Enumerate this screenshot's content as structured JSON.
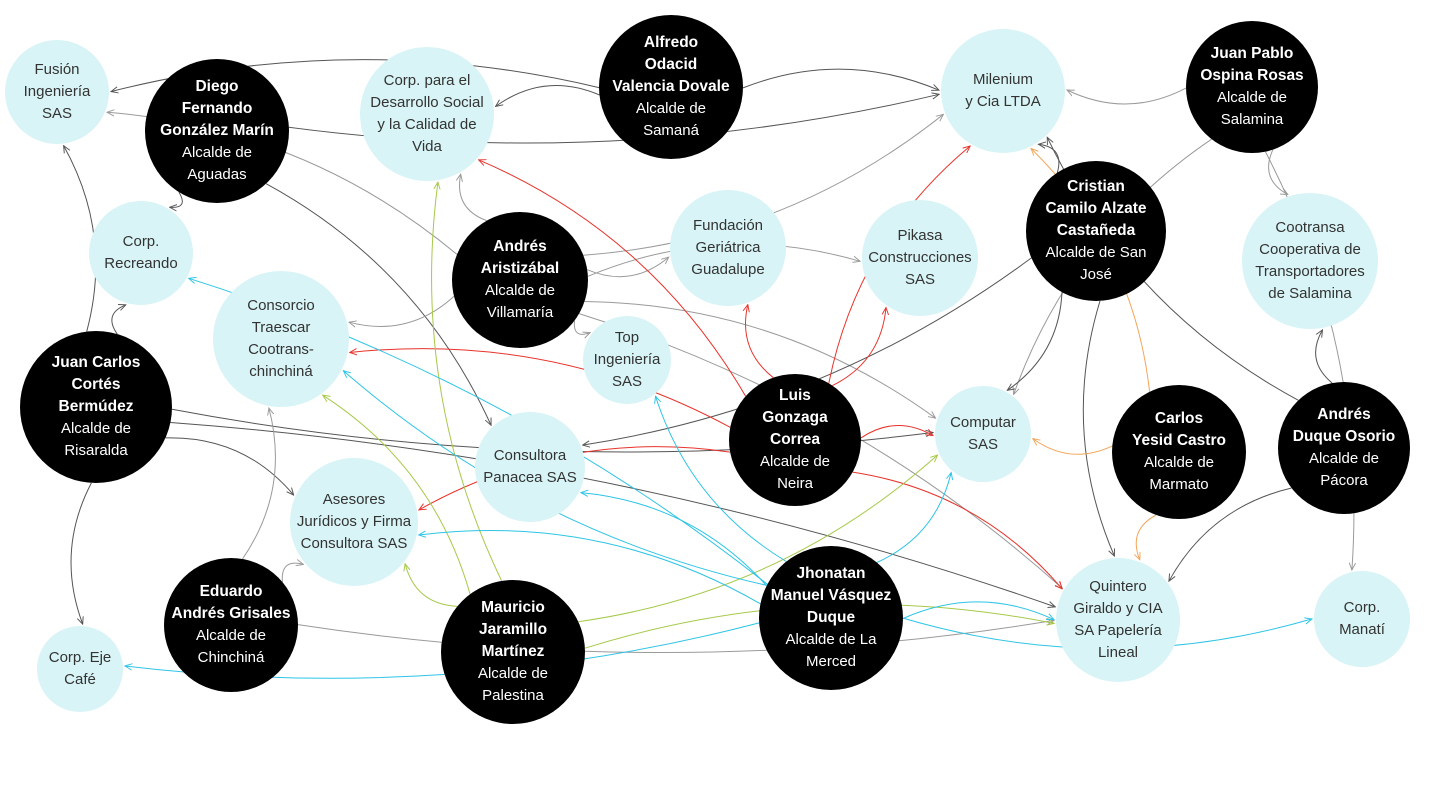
{
  "colors": {
    "person_fill": "#000000",
    "org_fill": "#d8f4f6",
    "edge_default": "#555555",
    "edge_gray": "#9a9a9a",
    "edge_red": "#e8332b",
    "edge_cyan": "#2ec4e6",
    "edge_green": "#a6c94a",
    "edge_orange": "#f2a65a"
  },
  "nodes": [
    {
      "id": "fusion",
      "type": "org",
      "name": "Fusión\nIngeniería\nSAS"
    },
    {
      "id": "diego",
      "type": "person",
      "name": "Diego\nFernando\nGonzález Marín",
      "role": "Alcalde de\nAguadas"
    },
    {
      "id": "corp_desarrollo",
      "type": "org",
      "name": "Corp. para el\nDesarrollo Social\ny la Calidad de\nVida"
    },
    {
      "id": "alfredo",
      "type": "person",
      "name": "Alfredo\nOdacid\nValencia Dovale",
      "role": "Alcalde de\nSamaná"
    },
    {
      "id": "milenium",
      "type": "org",
      "name": "Milenium\ny Cia LTDA"
    },
    {
      "id": "juanpablo",
      "type": "person",
      "name": "Juan Pablo\nOspina Rosas",
      "role": "Alcalde de\nSalamina"
    },
    {
      "id": "recreando",
      "type": "org",
      "name": "Corp.\nRecreando"
    },
    {
      "id": "andres_a",
      "type": "person",
      "name": "Andrés\nAristizábal",
      "role": "Alcalde de\nVillamaría"
    },
    {
      "id": "fundacion",
      "type": "org",
      "name": "Fundación\nGeriátrica\nGuadalupe"
    },
    {
      "id": "pikasa",
      "type": "org",
      "name": "Pikasa\nConstrucciones\nSAS"
    },
    {
      "id": "cristian",
      "type": "person",
      "name": "Cristian\nCamilo Alzate\nCastañeda",
      "role": "Alcalde de San\nJosé"
    },
    {
      "id": "cootransa",
      "type": "org",
      "name": "Cootransa\nCooperativa de\nTransportadores\nde Salamina"
    },
    {
      "id": "consorcio",
      "type": "org",
      "name": "Consorcio\nTraescar\nCootrans-\nchinchiná"
    },
    {
      "id": "top",
      "type": "org",
      "name": "Top\nIngeniería\nSAS"
    },
    {
      "id": "juancarlos",
      "type": "person",
      "name": "Juan Carlos\nCortés\nBermúdez",
      "role": "Alcalde de\nRisaralda"
    },
    {
      "id": "luis",
      "type": "person",
      "name": "Luis\nGonzaga\nCorrea",
      "role": "Alcalde de\nNeira"
    },
    {
      "id": "computar",
      "type": "org",
      "name": "Computar\nSAS"
    },
    {
      "id": "carlos",
      "type": "person",
      "name": "Carlos\nYesid Castro",
      "role": "Alcalde de\nMarmato"
    },
    {
      "id": "andres_d",
      "type": "person",
      "name": "Andrés\nDuque Osorio",
      "role": "Alcalde de\nPácora"
    },
    {
      "id": "panacea",
      "type": "org",
      "name": "Consultora\nPanacea SAS"
    },
    {
      "id": "asesores",
      "type": "org",
      "name": "Asesores\nJurídicos y Firma\nConsultora SAS"
    },
    {
      "id": "quintero",
      "type": "org",
      "name": "Quintero\nGiraldo y CIA\nSA Papelería\nLineal"
    },
    {
      "id": "manati",
      "type": "org",
      "name": "Corp.\nManatí"
    },
    {
      "id": "eje",
      "type": "org",
      "name": "Corp. Eje\nCafé"
    },
    {
      "id": "eduardo",
      "type": "person",
      "name": "Eduardo\nAndrés Grisales",
      "role": "Alcalde de\nChinchiná"
    },
    {
      "id": "mauricio",
      "type": "person",
      "name": "Mauricio\nJaramillo\nMartínez",
      "role": "Alcalde de\nPalestina"
    },
    {
      "id": "jhonatan",
      "type": "person",
      "name": "Jhonatan\nManuel Vásquez\nDuque",
      "role": "Alcalde de La\nMerced"
    }
  ],
  "edges": [
    {
      "from": "diego",
      "to": "recreando",
      "color": "edge_default"
    },
    {
      "from": "diego",
      "to": "milenium",
      "color": "edge_default"
    },
    {
      "from": "diego",
      "to": "panacea",
      "color": "edge_default"
    },
    {
      "from": "alfredo",
      "to": "corp_desarrollo",
      "color": "edge_default"
    },
    {
      "from": "alfredo",
      "to": "milenium",
      "color": "edge_default"
    },
    {
      "from": "alfredo",
      "to": "fusion",
      "color": "edge_default"
    },
    {
      "from": "juanpablo",
      "to": "milenium",
      "color": "edge_gray"
    },
    {
      "from": "juanpablo",
      "to": "cootransa",
      "color": "edge_gray"
    },
    {
      "from": "juanpablo",
      "to": "manati",
      "color": "edge_gray"
    },
    {
      "from": "juanpablo",
      "to": "computar",
      "color": "edge_gray"
    },
    {
      "from": "andres_a",
      "to": "corp_desarrollo",
      "color": "edge_gray"
    },
    {
      "from": "andres_a",
      "to": "fundacion",
      "color": "edge_gray"
    },
    {
      "from": "andres_a",
      "to": "pikasa",
      "color": "edge_gray"
    },
    {
      "from": "andres_a",
      "to": "top",
      "color": "edge_gray"
    },
    {
      "from": "andres_a",
      "to": "consorcio",
      "color": "edge_gray"
    },
    {
      "from": "andres_a",
      "to": "milenium",
      "color": "edge_gray"
    },
    {
      "from": "andres_a",
      "to": "computar",
      "color": "edge_gray"
    },
    {
      "from": "andres_a",
      "to": "fusion",
      "color": "edge_gray"
    },
    {
      "from": "andres_a",
      "to": "quintero",
      "color": "edge_gray"
    },
    {
      "from": "cristian",
      "to": "milenium",
      "color": "edge_default"
    },
    {
      "from": "cristian",
      "to": "computar",
      "color": "edge_default"
    },
    {
      "from": "cristian",
      "to": "quintero",
      "color": "edge_default"
    },
    {
      "from": "cristian",
      "to": "panacea",
      "color": "edge_default"
    },
    {
      "from": "juancarlos",
      "to": "fusion",
      "color": "edge_default"
    },
    {
      "from": "juancarlos",
      "to": "recreando",
      "color": "edge_default"
    },
    {
      "from": "juancarlos",
      "to": "eje",
      "color": "edge_default"
    },
    {
      "from": "juancarlos",
      "to": "asesores",
      "color": "edge_default"
    },
    {
      "from": "juancarlos",
      "to": "computar",
      "color": "edge_default"
    },
    {
      "from": "juancarlos",
      "to": "quintero",
      "color": "edge_default"
    },
    {
      "from": "luis",
      "to": "corp_desarrollo",
      "color": "edge_red"
    },
    {
      "from": "luis",
      "to": "fundacion",
      "color": "edge_red"
    },
    {
      "from": "luis",
      "to": "pikasa",
      "color": "edge_red"
    },
    {
      "from": "luis",
      "to": "milenium",
      "color": "edge_red"
    },
    {
      "from": "luis",
      "to": "consorcio",
      "color": "edge_red"
    },
    {
      "from": "luis",
      "to": "computar",
      "color": "edge_red"
    },
    {
      "from": "luis",
      "to": "asesores",
      "color": "edge_red"
    },
    {
      "from": "luis",
      "to": "quintero",
      "color": "edge_red"
    },
    {
      "from": "carlos",
      "to": "milenium",
      "color": "edge_orange"
    },
    {
      "from": "carlos",
      "to": "computar",
      "color": "edge_orange"
    },
    {
      "from": "carlos",
      "to": "quintero",
      "color": "edge_orange"
    },
    {
      "from": "andres_d",
      "to": "cootransa",
      "color": "edge_default"
    },
    {
      "from": "andres_d",
      "to": "quintero",
      "color": "edge_default"
    },
    {
      "from": "andres_d",
      "to": "milenium",
      "color": "edge_default"
    },
    {
      "from": "eduardo",
      "to": "consorcio",
      "color": "edge_gray"
    },
    {
      "from": "eduardo",
      "to": "asesores",
      "color": "edge_gray"
    },
    {
      "from": "eduardo",
      "to": "quintero",
      "color": "edge_gray"
    },
    {
      "from": "mauricio",
      "to": "corp_desarrollo",
      "color": "edge_green"
    },
    {
      "from": "mauricio",
      "to": "consorcio",
      "color": "edge_green"
    },
    {
      "from": "mauricio",
      "to": "asesores",
      "color": "edge_green"
    },
    {
      "from": "mauricio",
      "to": "computar",
      "color": "edge_green"
    },
    {
      "from": "mauricio",
      "to": "quintero",
      "color": "edge_green"
    },
    {
      "from": "jhonatan",
      "to": "recreando",
      "color": "edge_cyan"
    },
    {
      "from": "jhonatan",
      "to": "top",
      "color": "edge_cyan"
    },
    {
      "from": "jhonatan",
      "to": "panacea",
      "color": "edge_cyan"
    },
    {
      "from": "jhonatan",
      "to": "consorcio",
      "color": "edge_cyan"
    },
    {
      "from": "jhonatan",
      "to": "computar",
      "color": "edge_cyan"
    },
    {
      "from": "jhonatan",
      "to": "quintero",
      "color": "edge_cyan"
    },
    {
      "from": "jhonatan",
      "to": "manati",
      "color": "edge_cyan"
    },
    {
      "from": "jhonatan",
      "to": "eje",
      "color": "edge_cyan"
    },
    {
      "from": "jhonatan",
      "to": "asesores",
      "color": "edge_cyan"
    }
  ]
}
